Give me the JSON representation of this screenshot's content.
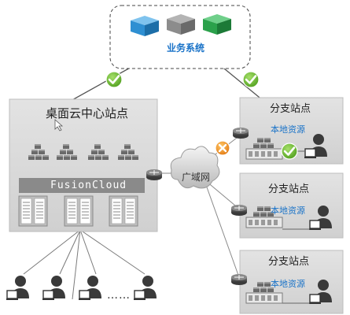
{
  "business_system": {
    "label": "业务系统"
  },
  "central_site": {
    "title": "桌面云中心站点",
    "platform": "FusionCloud",
    "clients_ellipsis": "……"
  },
  "wan": {
    "label": "广域网"
  },
  "branches": [
    {
      "title": "分支站点",
      "local_resource": "本地资源",
      "status": "connected",
      "wan_link": "failed"
    },
    {
      "title": "分支站点",
      "local_resource": "本地资源"
    },
    {
      "title": "分支站点",
      "local_resource": "本地资源"
    }
  ],
  "colors": {
    "site_box": "#d9d9d9",
    "fusion_bar": "#8a8a8a",
    "check": "#6dbb2e",
    "fail": "#f08c1e",
    "cube_blue": "#2e8fd2",
    "cube_gray": "#8c8c8c",
    "cube_green": "#2ba14b"
  },
  "icons": [
    "cube-icon",
    "check-icon",
    "fail-icon",
    "router-icon",
    "server-rack-icon",
    "storage-stack-icon",
    "user-pc-icon",
    "cloud-icon"
  ]
}
